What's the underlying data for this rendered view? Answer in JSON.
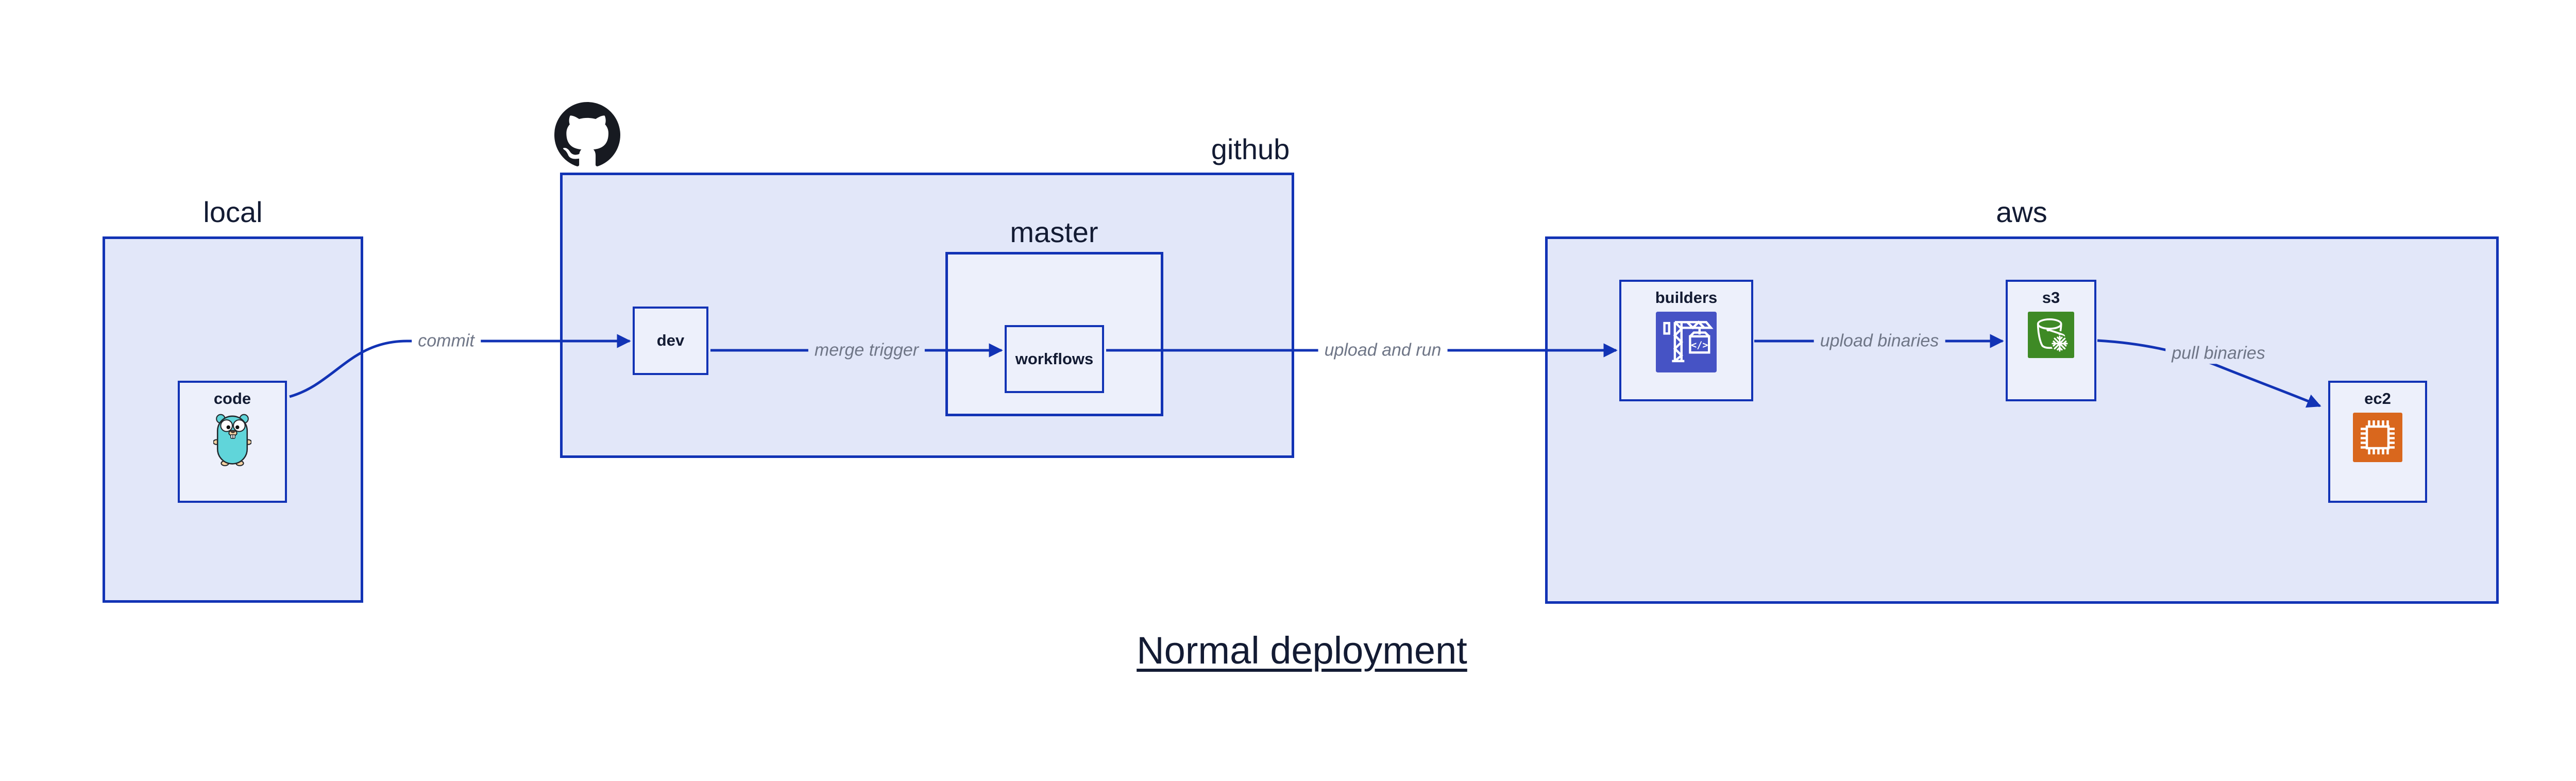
{
  "diagram": {
    "title": "Normal deployment",
    "groups": {
      "local": {
        "label": "local"
      },
      "github": {
        "label": "github"
      },
      "master": {
        "label": "master"
      },
      "aws": {
        "label": "aws"
      }
    },
    "nodes": {
      "code": {
        "label": "code",
        "icon": "go-gopher-icon"
      },
      "dev": {
        "label": "dev"
      },
      "workflows": {
        "label": "workflows"
      },
      "builders": {
        "label": "builders",
        "icon": "codebuild-crane-icon",
        "icon_bg": "#4653c5"
      },
      "s3": {
        "label": "s3",
        "icon": "s3-bucket-icon",
        "icon_bg": "#3e8a25"
      },
      "ec2": {
        "label": "ec2",
        "icon": "ec2-chip-icon",
        "icon_bg": "#d9671d"
      }
    },
    "edges": [
      {
        "from": "code",
        "to": "dev",
        "label": "commit"
      },
      {
        "from": "dev",
        "to": "workflows",
        "label": "merge trigger"
      },
      {
        "from": "workflows",
        "to": "builders",
        "label": "upload and run"
      },
      {
        "from": "builders",
        "to": "s3",
        "label": "upload binaries"
      },
      {
        "from": "s3",
        "to": "ec2",
        "label": "pull binaries"
      }
    ],
    "colors": {
      "edge_blue": "#1233b5",
      "group_fill": "#e2e7f9",
      "node_fill": "#edf0fb",
      "label_navy": "#131b33",
      "edge_label_gray": "#6f7687",
      "octocat_black": "#171a21",
      "gopher_teal": "#60d5da",
      "builders_icon_bg": "#4653c5",
      "s3_icon_bg": "#3e8a25",
      "ec2_icon_bg": "#d9671d"
    }
  }
}
